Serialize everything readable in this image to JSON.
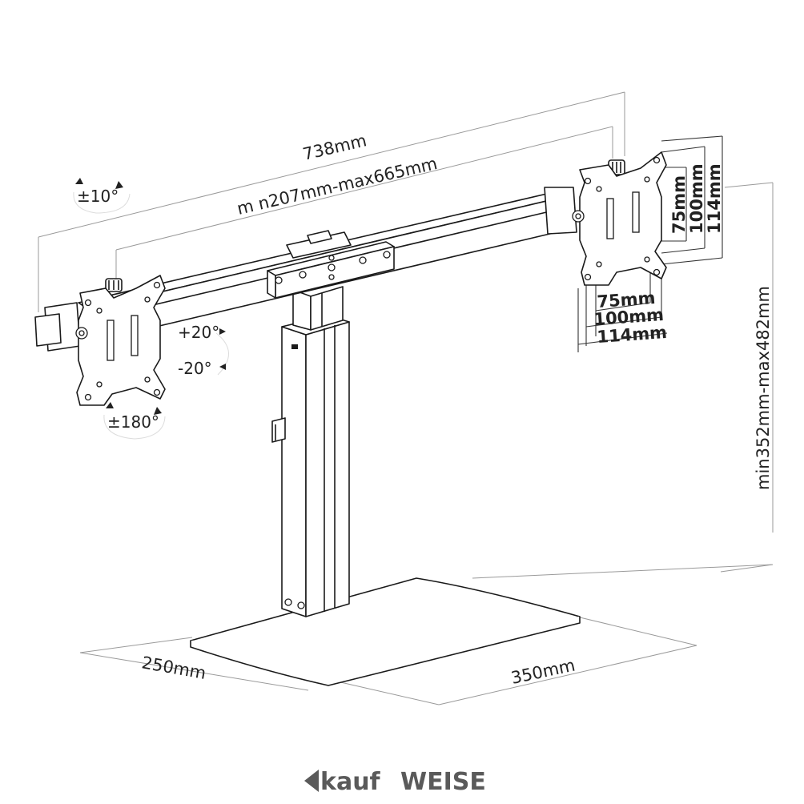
{
  "dimensions": {
    "total_width": "738mm",
    "arm_range": "m n207mm-max665mm",
    "vesa_h_75": "75mm",
    "vesa_h_100": "100mm",
    "vesa_h_114": "114mm",
    "vesa_v_75": "75mm",
    "vesa_v_100": "100mm",
    "vesa_v_114": "114mm",
    "height_range": "min352mm-max482mm",
    "base_depth": "250mm",
    "base_width": "350mm"
  },
  "angles": {
    "swivel": "±10°",
    "tilt_up": "+20°",
    "tilt_down": "-20°",
    "rotation": "±180°"
  },
  "logo": {
    "part1": "kauf",
    "part2": "WEISE",
    "color": "#5a5a5a"
  }
}
